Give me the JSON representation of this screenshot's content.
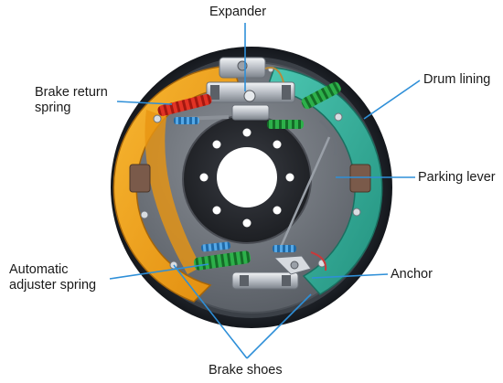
{
  "labels": {
    "expander": "Expander",
    "brake_return_spring": "Brake return\nspring",
    "drum_lining": "Drum lining",
    "parking_lever": "Parking lever",
    "automatic_adjuster_spring": "Automatic\nadjuster spring",
    "anchor": "Anchor",
    "brake_shoes": "Brake shoes"
  },
  "colors": {
    "leader_line": "#2e8fd8",
    "drum": "#1e2228",
    "backing_plate": "#6f747b",
    "shoe_orange": "#f3a21a",
    "shoe_teal": "#36b3a0",
    "lining": "#7a5a4a",
    "hub": "#2a2c31",
    "spring_red": "#d82a1e",
    "spring_green": "#1f9a3a",
    "spring_blue": "#3a8fd0",
    "cylinder": "#c8ccd2"
  }
}
